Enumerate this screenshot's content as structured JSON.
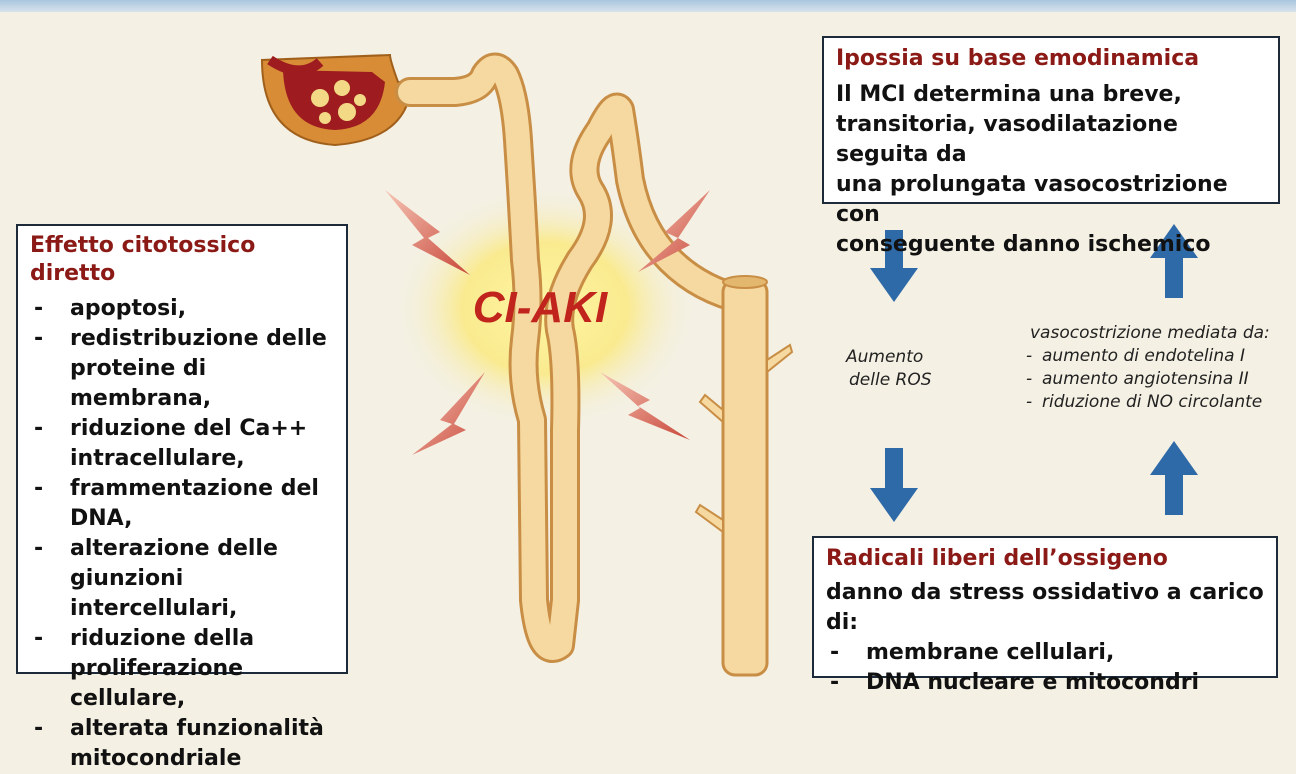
{
  "center_label": "CI-AKI",
  "left_box": {
    "title_line1": "Effetto citotossico",
    "title_line2": "diretto",
    "items": [
      "apoptosi,",
      "redistribuzione delle proteine di membrana,",
      "riduzione del Ca++ intracellulare,",
      "frammentazione del DNA,",
      "alterazione delle giunzioni intercellulari,",
      "riduzione della proliferazione cellulare,",
      "alterata funzionalità mitocondriale"
    ]
  },
  "top_right_box": {
    "title": "Ipossia su base emodinamica",
    "lines": [
      "Il MCI determina una breve,",
      "transitoria, vasodilatazione seguita da",
      "una prolungata vasocostrizione con",
      "conseguente danno ischemico"
    ]
  },
  "bottom_right_box": {
    "title": "Radicali liberi dell’ossigeno",
    "intro": "danno da stress ossidativo a carico di:",
    "items": [
      "membrane cellulari,",
      "DNA nucleare e mitocondri"
    ]
  },
  "ros_label": {
    "line1": "Aumento",
    "line2": "delle ROS"
  },
  "vasoconstriction": {
    "heading": "vasocostrizione mediata da:",
    "items": [
      "aumento di endotelina I",
      "aumento angiotensina II",
      "riduzione di NO circolante"
    ]
  },
  "colors": {
    "title_red": "#8b1a16",
    "arrow_blue": "#2e6aa8",
    "tubule": "#f6d9a0",
    "tubule_outline": "#c98e45",
    "bolt_red": "#c8473a"
  }
}
